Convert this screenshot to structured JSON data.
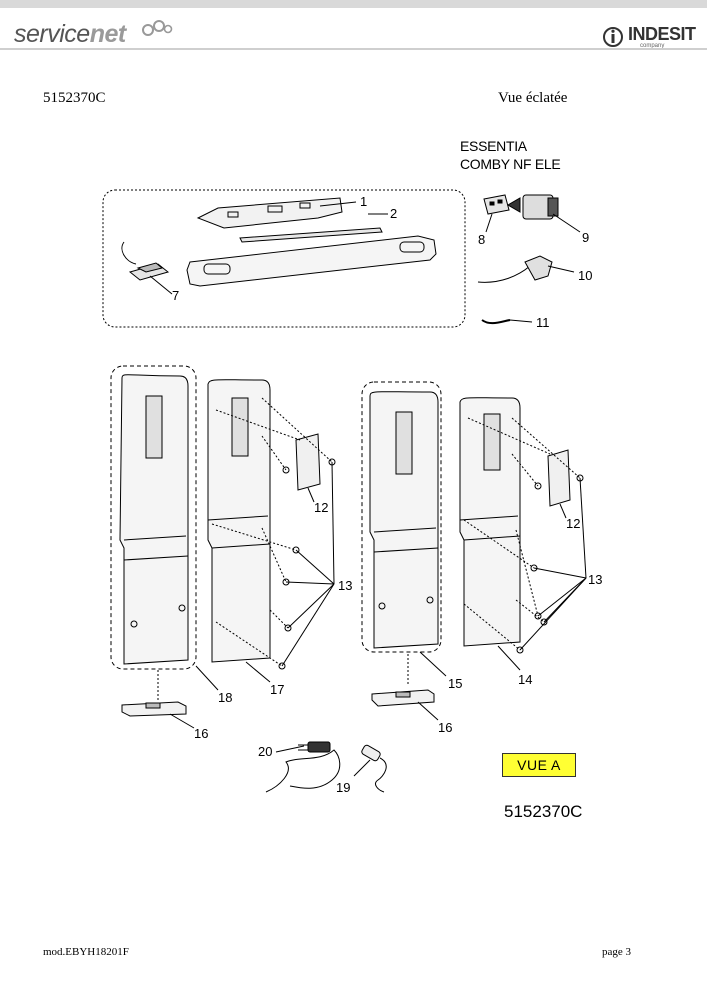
{
  "header": {
    "brand_left_a": "service",
    "brand_left_b": "net",
    "brand_right": "INDESIT",
    "brand_right_sub": "company"
  },
  "document": {
    "code": "5152370C",
    "view_title": "Vue éclatée",
    "model_line1": "ESSENTIA",
    "model_line2": "COMBY NF ELE",
    "view_tag": "VUE A",
    "big_code": "5152370C"
  },
  "footer": {
    "model_ref": "mod.EBYH18201F",
    "page": "page 3"
  },
  "parts": {
    "p1": "1",
    "p2": "2",
    "p7": "7",
    "p8": "8",
    "p9": "9",
    "p10": "10",
    "p11": "11",
    "p12a": "12",
    "p12b": "12",
    "p13a": "13",
    "p13b": "13",
    "p14": "14",
    "p15": "15",
    "p16a": "16",
    "p16b": "16",
    "p17": "17",
    "p18": "18",
    "p19": "19",
    "p20": "20"
  }
}
